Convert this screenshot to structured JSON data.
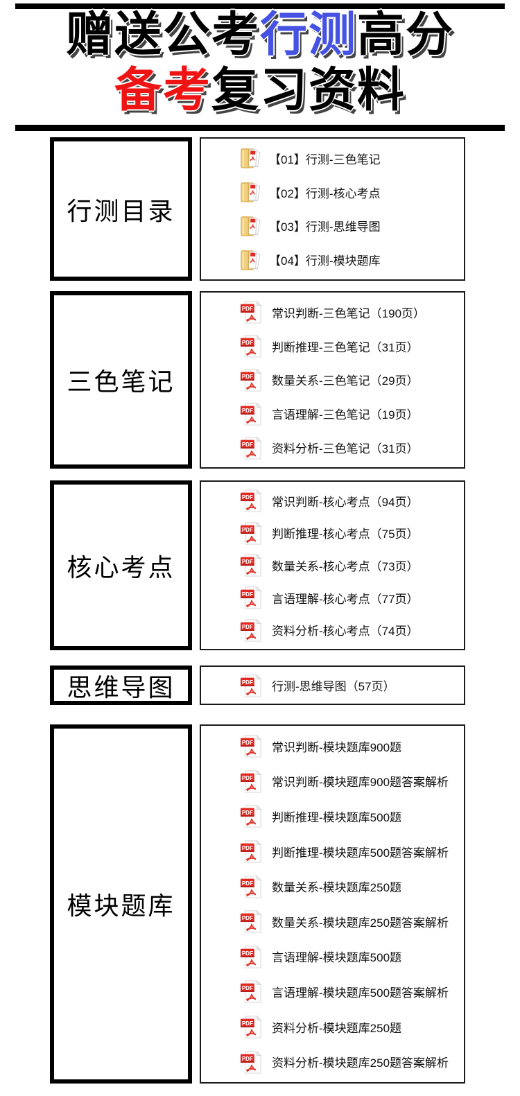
{
  "title": {
    "line1": {
      "part1": "赠送公考",
      "part2": "行测",
      "part3": "高分"
    },
    "line2": {
      "part1": "备考",
      "part2": "复习资料"
    }
  },
  "colors": {
    "accent_blue": "#4552e2",
    "accent_red": "#ee1414",
    "text_black": "#000000",
    "pdf_red": "#e02a22",
    "folder_yellow": "#f2cf7e"
  },
  "sections": [
    {
      "label": "行测目录",
      "icon": "folder-pdf-icon",
      "items": [
        "【01】行测-三色笔记",
        "【02】行测-核心考点",
        "【03】行测-思维导图",
        "【04】行测-模块题库"
      ]
    },
    {
      "label": "三色笔记",
      "icon": "pdf-file-icon",
      "items": [
        "常识判断-三色笔记（190页）",
        "判断推理-三色笔记（31页）",
        "数量关系-三色笔记（29页）",
        "言语理解-三色笔记（19页）",
        "资料分析-三色笔记（31页）"
      ]
    },
    {
      "label": "核心考点",
      "icon": "pdf-file-icon",
      "items": [
        "常识判断-核心考点（94页）",
        "判断推理-核心考点（75页）",
        "数量关系-核心考点（73页）",
        "言语理解-核心考点（77页）",
        "资料分析-核心考点（74页）"
      ]
    },
    {
      "label": "思维导图",
      "icon": "pdf-file-icon",
      "items": [
        "行测-思维导图（57页）"
      ]
    },
    {
      "label": "模块题库",
      "icon": "pdf-file-icon",
      "items": [
        "常识判断-模块题库900题",
        "常识判断-模块题库900题答案解析",
        "判断推理-模块题库500题",
        "判断推理-模块题库500题答案解析",
        "数量关系-模块题库250题",
        "数量关系-模块题库250题答案解析",
        "言语理解-模块题库500题",
        "言语理解-模块题库500题答案解析",
        "资料分析-模块题库250题",
        "资料分析-模块题库250题答案解析"
      ]
    }
  ]
}
